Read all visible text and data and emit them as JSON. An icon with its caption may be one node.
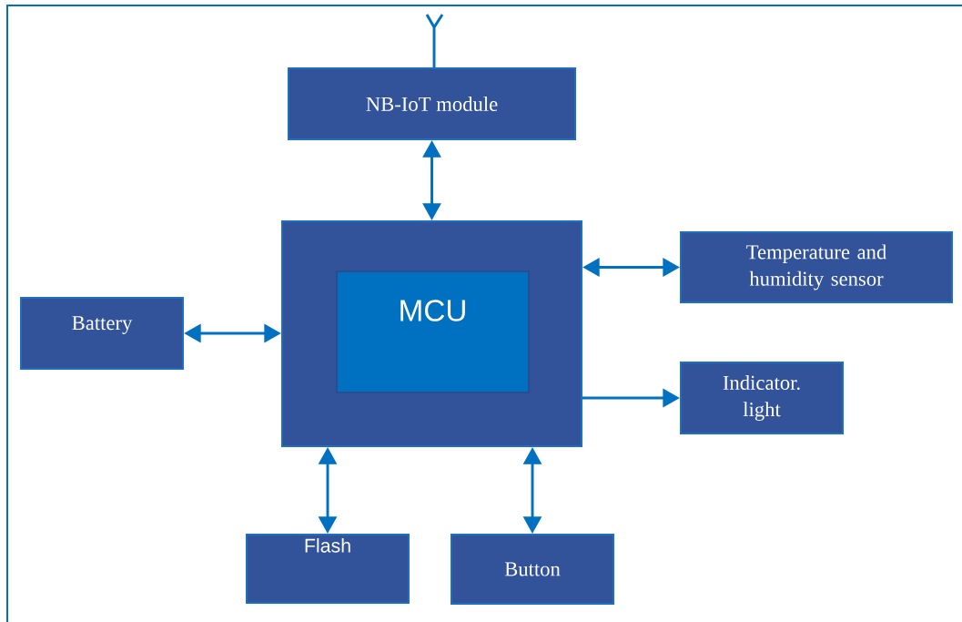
{
  "diagram": {
    "nodes": [
      {
        "text": [
          "NB-IoT module"
        ]
      },
      {
        "text": [],
        "shape": "box"
      },
      {
        "text": [
          "MCU"
        ],
        "in": 1
      },
      {
        "text": [
          "Temperature and humidity sensor"
        ]
      },
      {
        "text": [
          "Battery"
        ]
      },
      {
        "text": [
          "Indicator. light"
        ]
      },
      {
        "text": [
          "Flash"
        ]
      },
      {
        "text": [
          "Button"
        ]
      }
    ],
    "edges": [
      {
        "from": 0,
        "to": 1,
        "arrow": "both"
      },
      {
        "from": 1,
        "to": 3,
        "arrow": "both"
      },
      {
        "from": 4,
        "to": 1,
        "arrow": "both"
      },
      {
        "from": 1,
        "to": 5,
        "arrow": "to"
      },
      {
        "from": 1,
        "to": 6,
        "arrow": "both"
      },
      {
        "from": 1,
        "to": 7,
        "arrow": "both"
      }
    ]
  }
}
